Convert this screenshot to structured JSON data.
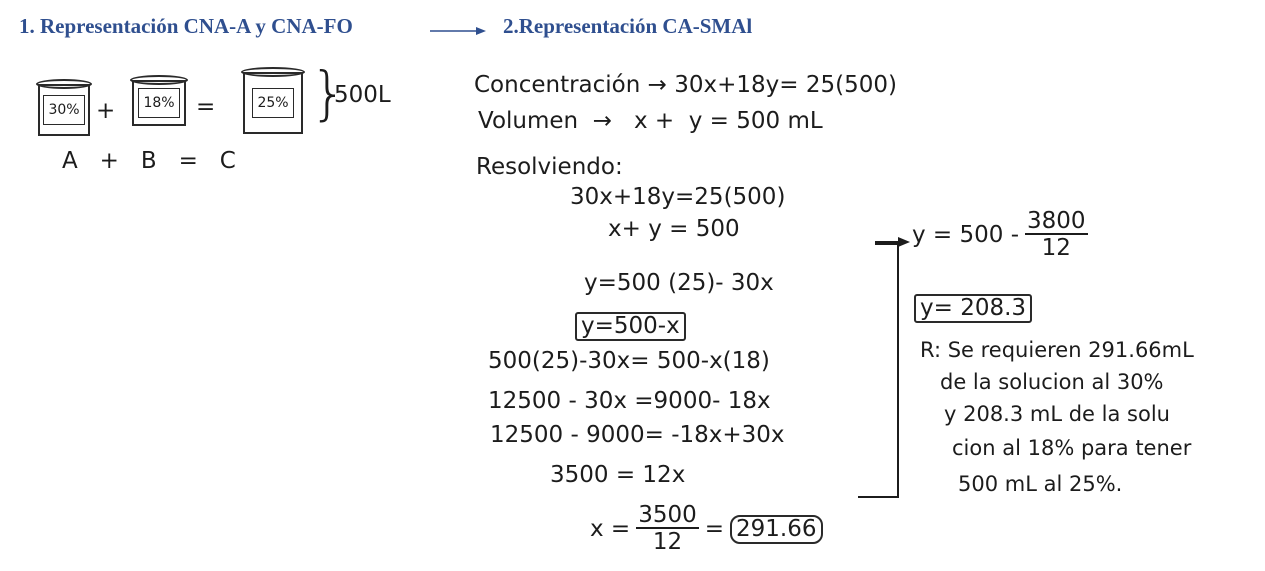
{
  "headings": {
    "left": "1. Representación CNA-A y CNA-FO",
    "right": "2.Representación CA-SMAl"
  },
  "beakers": {
    "a": "30%",
    "b": "18%",
    "c": "25%",
    "volume": "500L",
    "plus": "+",
    "equals": "="
  },
  "abc": "A   +   B   =   C",
  "equations": {
    "concentracion": "Concentración → 30x+18y= 25(500)",
    "volumen": "Volumen  →   x +  y = 500 mL",
    "resolviendo": "Resolviendo:",
    "s1": "30x+18y=25(500)",
    "s2": "x+ y = 500",
    "s3": "y=500 (25)- 30x",
    "s4": "y=500-x",
    "s5": "500(25)-30x= 500-x(18)",
    "s6": "12500 - 30x =9000- 18x",
    "s7": "12500 - 9000= -18x+30x",
    "s8": "3500 = 12x",
    "x_prefix": "x =",
    "x_num": "3500",
    "x_den": "12",
    "x_eq": "=",
    "x_result": "291.66",
    "y_prefix": "y = 500 -",
    "y_num": "3800",
    "y_den": "12",
    "y_result": "y= 208.3"
  },
  "answer": {
    "l1": "R: Se requieren 291.66mL",
    "l2": "de la solucion al 30%",
    "l3": "y 208.3 mL de la solu",
    "l4": "cion al 18% para tener",
    "l5": "500 mL al 25%."
  }
}
